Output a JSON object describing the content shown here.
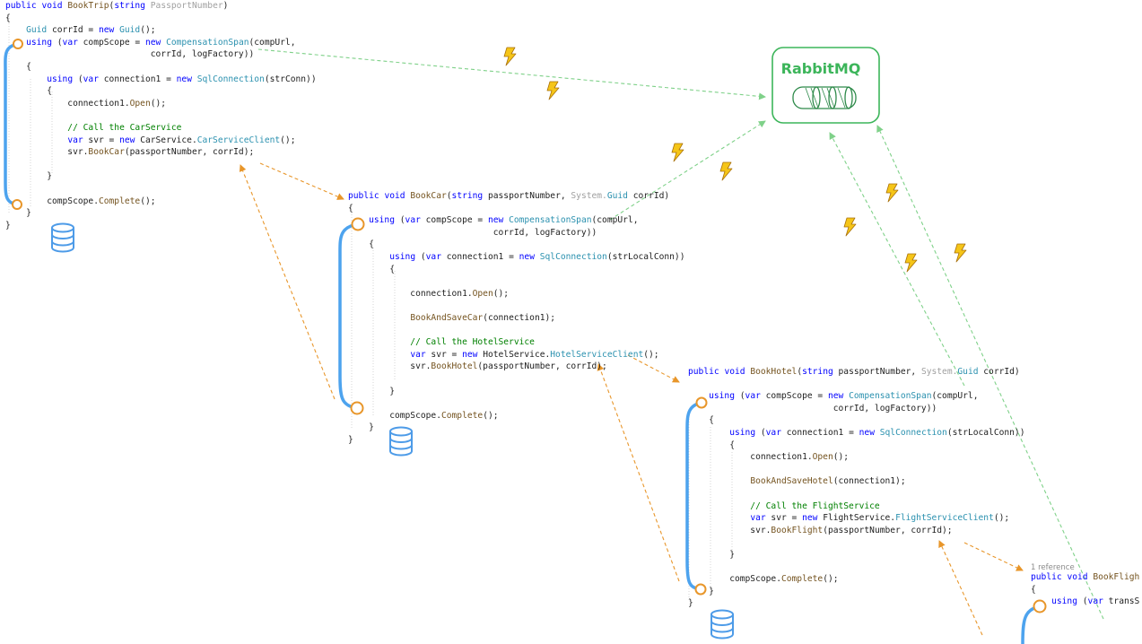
{
  "rabbitmq": {
    "label": "RabbitMQ",
    "color": "#3cb55a"
  },
  "colors": {
    "span_bracket": "#4da3ee",
    "call_arrow": "#e8962a",
    "mq_arrow": "#7fd189",
    "lightning": "#f5c518",
    "database": "#4d9be8"
  },
  "blocks": [
    {
      "id": "booktrip",
      "lines": [
        [
          [
            "kw",
            "public "
          ],
          [
            "kw",
            "void "
          ],
          [
            "mt",
            "BookTrip"
          ],
          [
            "p",
            "("
          ],
          [
            "kw",
            "string "
          ],
          [
            "gr",
            "PassportNumber"
          ],
          [
            "p",
            ")"
          ]
        ],
        [
          [
            "p",
            "{"
          ]
        ],
        [
          [
            "p",
            "    "
          ],
          [
            "ty",
            "Guid "
          ],
          [
            "p",
            "corrId = "
          ],
          [
            "kw",
            "new "
          ],
          [
            "ty",
            "Guid"
          ],
          [
            "p",
            "();"
          ]
        ],
        [
          [
            "p",
            "    "
          ],
          [
            "kw",
            "using "
          ],
          [
            "p",
            "("
          ],
          [
            "kw",
            "var "
          ],
          [
            "p",
            "compScope = "
          ],
          [
            "kw",
            "new "
          ],
          [
            "ty",
            "CompensationSpan"
          ],
          [
            "p",
            "(compUrl,"
          ]
        ],
        [
          [
            "p",
            "                            corrId, logFactory))"
          ]
        ],
        [
          [
            "p",
            "    {"
          ]
        ],
        [
          [
            "p",
            "        "
          ],
          [
            "kw",
            "using "
          ],
          [
            "p",
            "("
          ],
          [
            "kw",
            "var "
          ],
          [
            "p",
            "connection1 = "
          ],
          [
            "kw",
            "new "
          ],
          [
            "ty",
            "SqlConnection"
          ],
          [
            "p",
            "(strConn))"
          ]
        ],
        [
          [
            "p",
            "        {"
          ]
        ],
        [
          [
            "p",
            "            connection1."
          ],
          [
            "mt",
            "Open"
          ],
          [
            "p",
            "();"
          ]
        ],
        [
          [
            "p",
            ""
          ]
        ],
        [
          [
            "cm",
            "            // Call the CarService"
          ]
        ],
        [
          [
            "p",
            "            "
          ],
          [
            "kw",
            "var "
          ],
          [
            "p",
            "svr = "
          ],
          [
            "kw",
            "new "
          ],
          [
            "p",
            "CarService."
          ],
          [
            "ty",
            "CarServiceClient"
          ],
          [
            "p",
            "();"
          ]
        ],
        [
          [
            "p",
            "            svr."
          ],
          [
            "mt",
            "BookCar"
          ],
          [
            "p",
            "(passportNumber, corrId);"
          ]
        ],
        [
          [
            "p",
            ""
          ]
        ],
        [
          [
            "p",
            "        }"
          ]
        ],
        [
          [
            "p",
            ""
          ]
        ],
        [
          [
            "p",
            "        compScope."
          ],
          [
            "mt",
            "Complete"
          ],
          [
            "p",
            "();"
          ]
        ],
        [
          [
            "p",
            "    }"
          ]
        ],
        [
          [
            "p",
            "}"
          ]
        ]
      ]
    },
    {
      "id": "bookcar",
      "lines": [
        [
          [
            "kw",
            "public "
          ],
          [
            "kw",
            "void "
          ],
          [
            "mt",
            "BookCar"
          ],
          [
            "p",
            "("
          ],
          [
            "kw",
            "string "
          ],
          [
            "p",
            "passportNumber, "
          ],
          [
            "gr",
            "System."
          ],
          [
            "ty",
            "Guid "
          ],
          [
            "p",
            "corrId)"
          ]
        ],
        [
          [
            "p",
            "{"
          ]
        ],
        [
          [
            "p",
            "    "
          ],
          [
            "kw",
            "using "
          ],
          [
            "p",
            "("
          ],
          [
            "kw",
            "var "
          ],
          [
            "p",
            "compScope = "
          ],
          [
            "kw",
            "new "
          ],
          [
            "ty",
            "CompensationSpan"
          ],
          [
            "p",
            "(compUrl,"
          ]
        ],
        [
          [
            "p",
            "                            corrId, logFactory))"
          ]
        ],
        [
          [
            "p",
            "    {"
          ]
        ],
        [
          [
            "p",
            "        "
          ],
          [
            "kw",
            "using "
          ],
          [
            "p",
            "("
          ],
          [
            "kw",
            "var "
          ],
          [
            "p",
            "connection1 = "
          ],
          [
            "kw",
            "new "
          ],
          [
            "ty",
            "SqlConnection"
          ],
          [
            "p",
            "(strLocalConn))"
          ]
        ],
        [
          [
            "p",
            "        {"
          ]
        ],
        [
          [
            "p",
            ""
          ]
        ],
        [
          [
            "p",
            "            connection1."
          ],
          [
            "mt",
            "Open"
          ],
          [
            "p",
            "();"
          ]
        ],
        [
          [
            "p",
            ""
          ]
        ],
        [
          [
            "p",
            "            "
          ],
          [
            "mt",
            "BookAndSaveCar"
          ],
          [
            "p",
            "(connection1);"
          ]
        ],
        [
          [
            "p",
            ""
          ]
        ],
        [
          [
            "cm",
            "            // Call the HotelService"
          ]
        ],
        [
          [
            "p",
            "            "
          ],
          [
            "kw",
            "var "
          ],
          [
            "p",
            "svr = "
          ],
          [
            "kw",
            "new "
          ],
          [
            "p",
            "HotelService."
          ],
          [
            "ty",
            "HotelServiceClient"
          ],
          [
            "p",
            "();"
          ]
        ],
        [
          [
            "p",
            "            svr."
          ],
          [
            "mt",
            "BookHotel"
          ],
          [
            "p",
            "(passportNumber, corrId);"
          ]
        ],
        [
          [
            "p",
            ""
          ]
        ],
        [
          [
            "p",
            "        }"
          ]
        ],
        [
          [
            "p",
            ""
          ]
        ],
        [
          [
            "p",
            "        compScope."
          ],
          [
            "mt",
            "Complete"
          ],
          [
            "p",
            "();"
          ]
        ],
        [
          [
            "p",
            "    }"
          ]
        ],
        [
          [
            "p",
            "}"
          ]
        ]
      ]
    },
    {
      "id": "bookhotel",
      "lines": [
        [
          [
            "kw",
            "public "
          ],
          [
            "kw",
            "void "
          ],
          [
            "mt",
            "BookHotel"
          ],
          [
            "p",
            "("
          ],
          [
            "kw",
            "string "
          ],
          [
            "p",
            "passportNumber, "
          ],
          [
            "gr",
            "System."
          ],
          [
            "ty",
            "Guid "
          ],
          [
            "p",
            "corrId)"
          ]
        ],
        [
          [
            "p",
            ""
          ]
        ],
        [
          [
            "p",
            "    "
          ],
          [
            "kw",
            "using "
          ],
          [
            "p",
            "("
          ],
          [
            "kw",
            "var "
          ],
          [
            "p",
            "compScope = "
          ],
          [
            "kw",
            "new "
          ],
          [
            "ty",
            "CompensationSpan"
          ],
          [
            "p",
            "(compUrl,"
          ]
        ],
        [
          [
            "p",
            "                            corrId, logFactory))"
          ]
        ],
        [
          [
            "p",
            "    {"
          ]
        ],
        [
          [
            "p",
            "        "
          ],
          [
            "kw",
            "using "
          ],
          [
            "p",
            "("
          ],
          [
            "kw",
            "var "
          ],
          [
            "p",
            "connection1 = "
          ],
          [
            "kw",
            "new "
          ],
          [
            "ty",
            "SqlConnection"
          ],
          [
            "p",
            "(strLocalConn))"
          ]
        ],
        [
          [
            "p",
            "        {"
          ]
        ],
        [
          [
            "p",
            "            connection1."
          ],
          [
            "mt",
            "Open"
          ],
          [
            "p",
            "();"
          ]
        ],
        [
          [
            "p",
            ""
          ]
        ],
        [
          [
            "p",
            "            "
          ],
          [
            "mt",
            "BookAndSaveHotel"
          ],
          [
            "p",
            "(connection1);"
          ]
        ],
        [
          [
            "p",
            ""
          ]
        ],
        [
          [
            "cm",
            "            // Call the FlightService"
          ]
        ],
        [
          [
            "p",
            "            "
          ],
          [
            "kw",
            "var "
          ],
          [
            "p",
            "svr = "
          ],
          [
            "kw",
            "new "
          ],
          [
            "p",
            "FlightService."
          ],
          [
            "ty",
            "FlightServiceClient"
          ],
          [
            "p",
            "();"
          ]
        ],
        [
          [
            "p",
            "            svr."
          ],
          [
            "mt",
            "BookFlight"
          ],
          [
            "p",
            "(passportNumber, corrId);"
          ]
        ],
        [
          [
            "p",
            ""
          ]
        ],
        [
          [
            "p",
            "        }"
          ]
        ],
        [
          [
            "p",
            ""
          ]
        ],
        [
          [
            "p",
            "        compScope."
          ],
          [
            "mt",
            "Complete"
          ],
          [
            "p",
            "();"
          ]
        ],
        [
          [
            "p",
            "    }"
          ]
        ],
        [
          [
            "p",
            "}"
          ]
        ]
      ]
    },
    {
      "id": "bookflight",
      "ref_note": "1 reference",
      "lines": [
        [
          [
            "kw",
            "public "
          ],
          [
            "kw",
            "void "
          ],
          [
            "mt",
            "BookFligh"
          ]
        ],
        [
          [
            "p",
            "{"
          ]
        ],
        [
          [
            "p",
            "    "
          ],
          [
            "kw",
            "using "
          ],
          [
            "p",
            "("
          ],
          [
            "kw",
            "var "
          ],
          [
            "p",
            "transS"
          ]
        ]
      ]
    }
  ]
}
